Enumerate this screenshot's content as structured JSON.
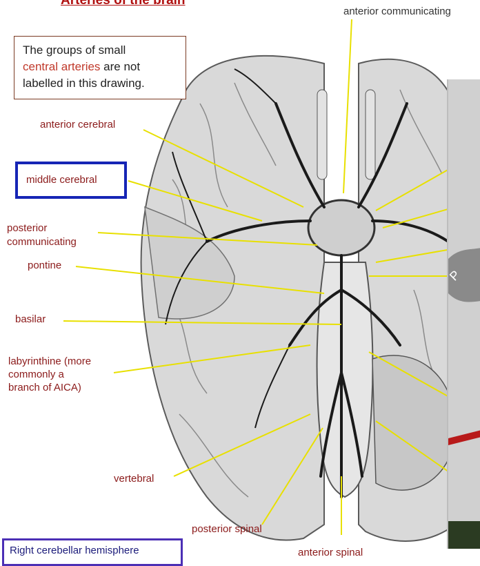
{
  "title": "Arteries of the brain",
  "note": {
    "line1": "The groups of small",
    "line2_highlight": "central arteries",
    "line2_rest": " are not",
    "line3": "labelled in this drawing."
  },
  "labels": {
    "anterior_communicating": "anterior communicating",
    "anterior_cerebral": "anterior cerebral",
    "middle_cerebral": "middle cerebral",
    "posterior_communicating_1": "posterior",
    "posterior_communicating_2": "communicating",
    "pontine": "pontine",
    "basilar": "basilar",
    "labyrinthine_1": "labyrinthine (more",
    "labyrinthine_2": "commonly a",
    "labyrinthine_3": "branch of AICA)",
    "vertebral": "vertebral",
    "posterior_spinal": "posterior spinal",
    "anterior_spinal": "anterior spinal"
  },
  "bottom_box": {
    "text": "Right cerebellar hemisphere"
  },
  "colors": {
    "label_text": "#8b1a1a",
    "title": "#b01010",
    "leader_line": "#e8e000",
    "highlight_box": "#1625b5",
    "artery": "#1a1a1a",
    "brain_fill": "#d9d9d9"
  }
}
